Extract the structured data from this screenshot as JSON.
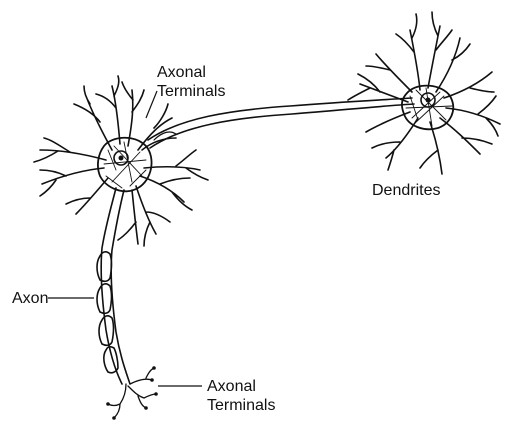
{
  "labels": {
    "axonal_terminals_top": {
      "line1": "Axonal",
      "line2": "Terminals"
    },
    "dendrites": "Dendrites",
    "axon": "Axon",
    "axonal_terminals_bottom": {
      "line1": "Axonal",
      "line2": "Terminals"
    }
  },
  "colors": {
    "ink": "#111111",
    "background": "#ffffff"
  }
}
